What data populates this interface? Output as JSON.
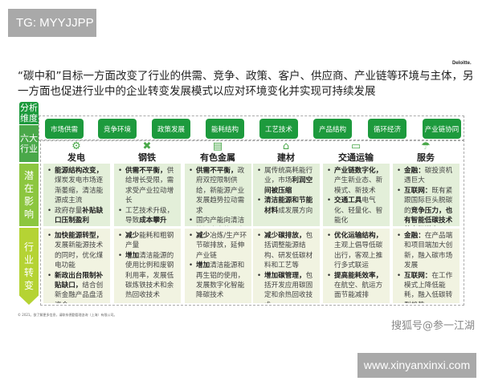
{
  "watermark_top": "TG: MYYJJPP",
  "brand": "Deloitte.",
  "title": "“碳中和”目标一方面改变了行业的供需、竞争、政策、客户、供应商、产业链等环境与主体，另一方面也促进行业中的企业转变发展模式以应对环境变化并实现可持续发展",
  "row_labels": [
    "分析维度",
    "六大行业",
    "潜在影响",
    "行业转变"
  ],
  "dimensions": [
    "市场供需",
    "竞争环境",
    "政策发展",
    "能耗结构",
    "工艺技术",
    "产品结构",
    "循环经济",
    "产业链协同"
  ],
  "industries": [
    {
      "name": "发电",
      "icon": "power-plant-icon",
      "impact": [
        {
          "b": "能源结构改变，",
          "t": "煤炭发电市场逐渐萎缩，清洁能源成主流"
        },
        {
          "b": "",
          "t": "政府存量",
          "b2": "补贴缺口压制盈利"
        }
      ],
      "transform": [
        {
          "b": "加快能源转型，",
          "t": "发展新能源技术的同时，优化煤电功能"
        },
        {
          "b": "新政出台限制补贴缺口，",
          "t": "结合创新金融产品盘活资金"
        }
      ]
    },
    {
      "name": "钢铁",
      "icon": "steel-icon",
      "impact": [
        {
          "b": "供需不平衡，",
          "t": "供给增长受限，需求受产业拉动增长"
        },
        {
          "b": "",
          "t": "工艺技术升级，导致",
          "b2": "成本攀升"
        }
      ],
      "transform": [
        {
          "b": "减少",
          "t": "能耗和粗钢产量"
        },
        {
          "b": "增加",
          "t": "清洁能源的使用比例和废钢利用率，发展低碳炼铁技术和余热回收技术"
        }
      ]
    },
    {
      "name": "有色金属",
      "icon": "metal-icon",
      "impact": [
        {
          "b": "供需不平衡，",
          "t": "政府双控限制供给，新能源产业发展趋势拉动需求"
        },
        {
          "b": "",
          "t": "国内产能向清洁能源丰富的西南"
        }
      ],
      "transform": [
        {
          "b": "减少",
          "t": "冶炼/生产环节碳排放，延伸产业链"
        },
        {
          "b": "增加",
          "t": "清洁能源和再生铝的使用，发展数字化智能降碳技术"
        }
      ]
    },
    {
      "name": "建材",
      "icon": "building-icon",
      "impact": [
        {
          "b": "",
          "t": "属传统高耗能行业，市场",
          "b2": "利润空间被压缩"
        },
        {
          "b": "清洁能源和节能材料",
          "t": "成发展方向"
        }
      ],
      "transform": [
        {
          "b": "减少碳排放，",
          "t": "包括调整能源结构、研发低碳材料和工艺等"
        },
        {
          "b": "增加碳管理，",
          "t": "包括开发应用碳固定和余热回收技术"
        }
      ]
    },
    {
      "name": "交通运输",
      "icon": "bus-icon",
      "impact": [
        {
          "b": "产业链数字化，",
          "t": "产生新业态、新模式、新技术"
        },
        {
          "b": "交通工具",
          "t": "电气化、轻量化、智能化"
        }
      ],
      "transform": [
        {
          "b": "优化运输结构，",
          "t": "主观上倡导低碳出行，客观上推行多式联运"
        },
        {
          "b": "提高能耗效率，",
          "t": "在航空、航运方面节能减排"
        }
      ]
    },
    {
      "name": "服务",
      "icon": "umbrella-icon",
      "impact": [
        {
          "b": "金融：",
          "t": "碳投资机遇巨大"
        },
        {
          "b": "互联网：",
          "t": "既有紧跟国际巨头脱碳的",
          "b2": "竞争压力，也有智能低碳技术的市场潜力"
        }
      ],
      "transform": [
        {
          "b": "金融：",
          "t": "在产品端和项目端加大创新，融入碳市场发展"
        },
        {
          "b": "互联网：",
          "t": "在工作模式上降低能耗，融入低碳转型趋势"
        }
      ]
    }
  ],
  "footer": "© 2021。欲了解更多信息，请联系德勤管理咨询（上海）有限公司。",
  "watermark_source": "搜狐号@参一江湖",
  "watermark_site": "www.xinyanxinxi.com",
  "colors": {
    "dark_green": "#1d9a3d",
    "green": "#4aa84a",
    "light_green": "#8cc63f",
    "lime": "#b5d334",
    "impact_bg": "#e3efd9",
    "transform_bg": "#f1f3e1"
  }
}
